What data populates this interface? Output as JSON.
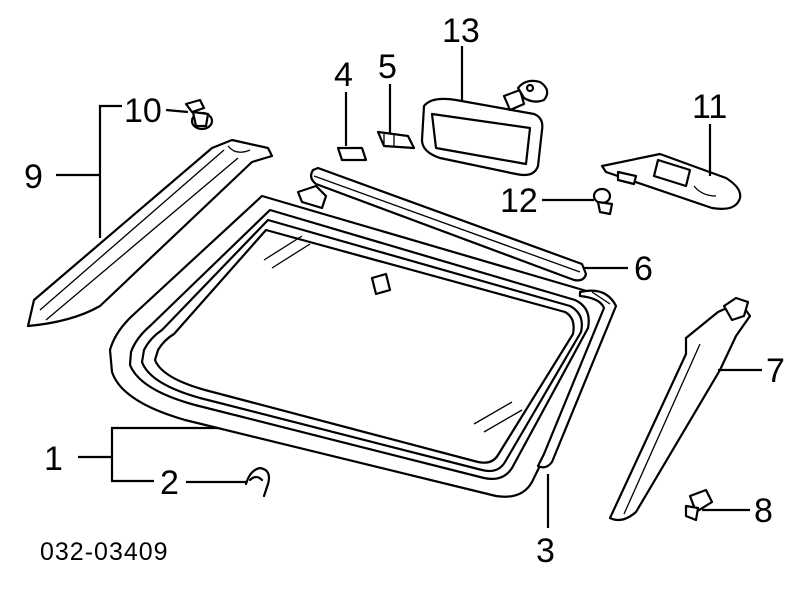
{
  "diagram": {
    "catalog_number": "032-03409",
    "callouts": [
      {
        "id": "1",
        "label": "1",
        "part": "windshield-glass"
      },
      {
        "id": "2",
        "label": "2",
        "part": "glass-clip"
      },
      {
        "id": "3",
        "label": "3",
        "part": "windshield-side-molding"
      },
      {
        "id": "4",
        "label": "4",
        "part": "glass-spacer"
      },
      {
        "id": "5",
        "label": "5",
        "part": "glass-spacer-alt"
      },
      {
        "id": "6",
        "label": "6",
        "part": "upper-molding"
      },
      {
        "id": "7",
        "label": "7",
        "part": "right-pillar-garnish"
      },
      {
        "id": "8",
        "label": "8",
        "part": "garnish-clip"
      },
      {
        "id": "9",
        "label": "9",
        "part": "left-pillar-garnish"
      },
      {
        "id": "10",
        "label": "10",
        "part": "garnish-clip-upper"
      },
      {
        "id": "11",
        "label": "11",
        "part": "mirror-cover"
      },
      {
        "id": "12",
        "label": "12",
        "part": "cover-clip"
      },
      {
        "id": "13",
        "label": "13",
        "part": "rearview-mirror"
      }
    ]
  }
}
